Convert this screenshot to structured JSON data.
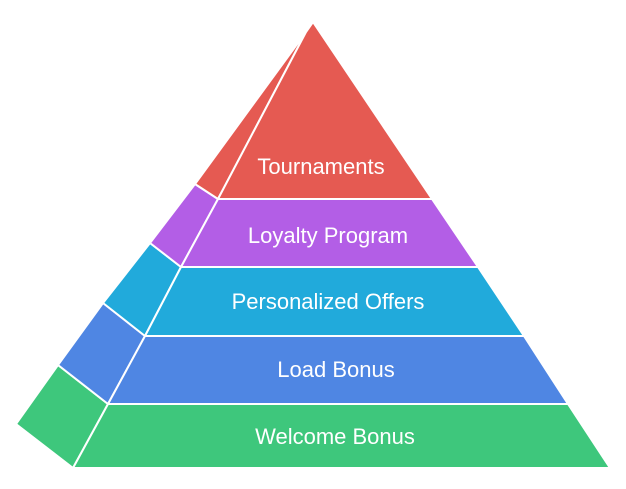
{
  "pyramid": {
    "layers": [
      {
        "label": "Welcome Bonus",
        "color": "#3ec77c"
      },
      {
        "label": "Load Bonus",
        "color": "#4f86e3"
      },
      {
        "label": "Personalized Offers",
        "color": "#21aadb"
      },
      {
        "label": "Loyalty Program",
        "color": "#b35ee6"
      },
      {
        "label": "Tournaments",
        "color": "#e55a52"
      }
    ]
  }
}
